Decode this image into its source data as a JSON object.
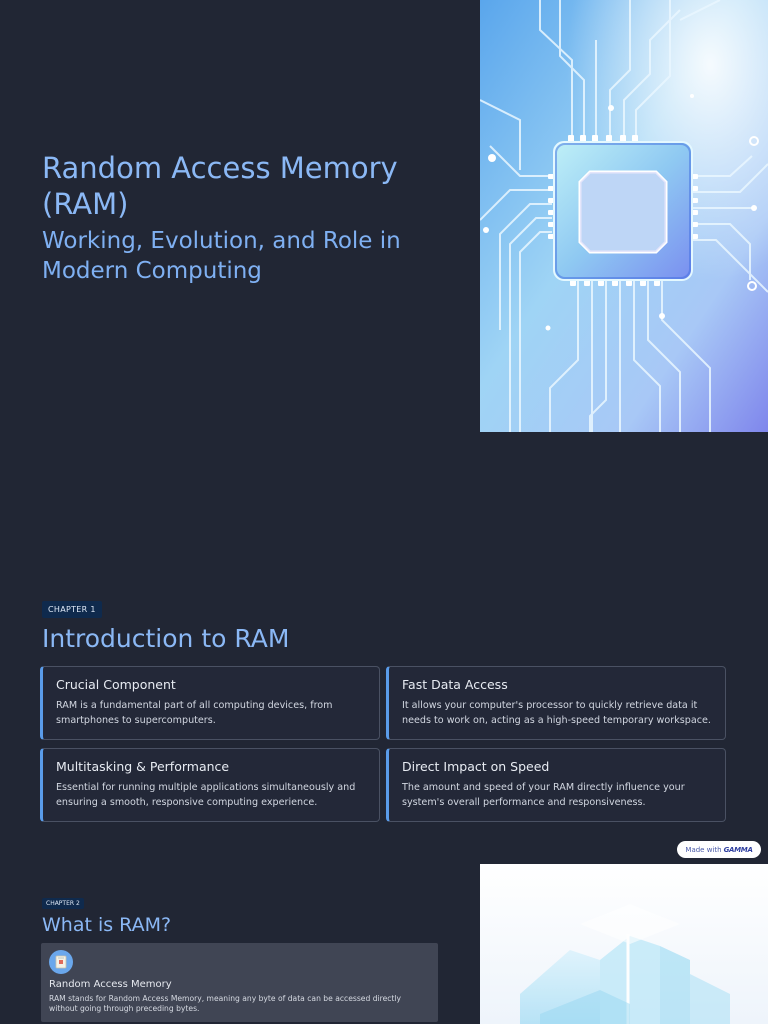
{
  "slide1": {
    "title": "Random Access Memory (RAM)",
    "subtitle": "Working, Evolution, and Role in Modern Computing",
    "hero_image_icon": "microchip-circuit-icon"
  },
  "slide2": {
    "chapter": "CHAPTER 1",
    "title": "Introduction to RAM",
    "cards": [
      {
        "title": "Crucial Component",
        "text": "RAM is a fundamental part of all computing devices, from smartphones to supercomputers."
      },
      {
        "title": "Fast Data Access",
        "text": "It allows your computer's processor to quickly retrieve data it needs to work on, acting as a high-speed temporary workspace."
      },
      {
        "title": "Multitasking & Performance",
        "text": "Essential for running multiple applications simultaneously and ensuring a smooth, responsive computing experience."
      },
      {
        "title": "Direct Impact on Speed",
        "text": "The amount and speed of your RAM directly influence your system's overall performance and responsiveness."
      }
    ],
    "badge_prefix": "Made with",
    "badge_brand": "GAMMA"
  },
  "slide3": {
    "chapter": "CHAPTER 2",
    "title": "What is RAM?",
    "card_icon": "memory-icon",
    "card_title": "Random Access Memory",
    "card_text": "RAM stands for Random Access Memory, meaning any byte of data can be accessed directly without going through preceding bytes."
  },
  "colors": {
    "background": "#212634",
    "accent": "#8bb8f5",
    "card_border": "#5a9cea"
  }
}
